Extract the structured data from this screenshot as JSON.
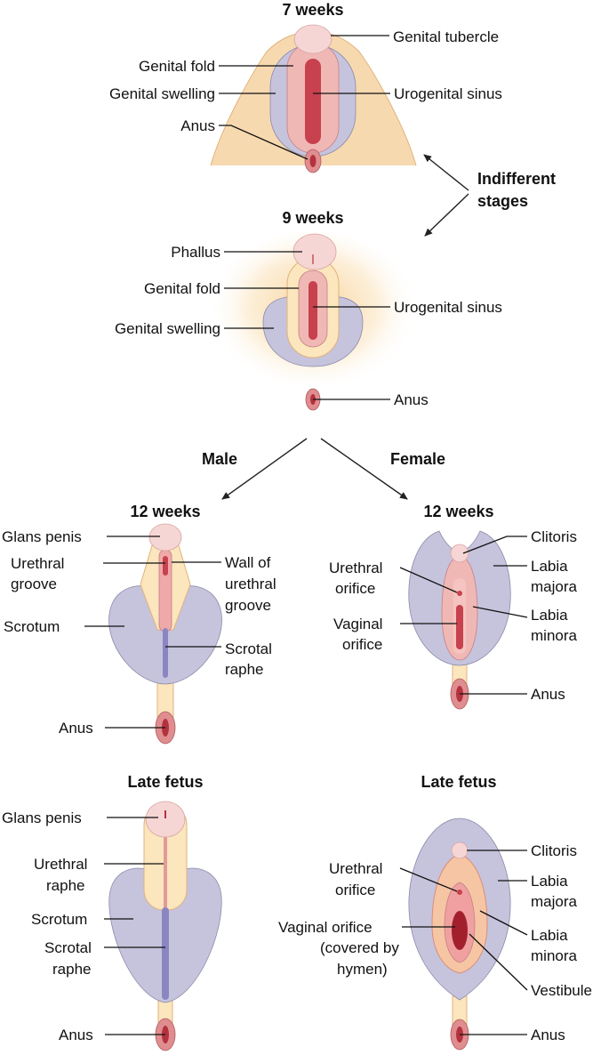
{
  "colors": {
    "skin": "#f7d9b0",
    "skin_edge": "#e2b27c",
    "swelling": "#c6c3dd",
    "fold": "#f0b8b4",
    "sinus": "#c8414e",
    "tubercle": "#f6d6d4",
    "yellow": "#fbe6bd"
  },
  "indifferent": {
    "w7_title": "7 weeks",
    "w7_genital_tubercle": "Genital tubercle",
    "w7_genital_fold": "Genital fold",
    "w7_genital_swelling": "Genital swelling",
    "w7_urogenital_sinus": "Urogenital sinus",
    "w7_anus": "Anus",
    "stages_line1": "Indifferent",
    "stages_line2": "stages",
    "w9_title": "9 weeks",
    "w9_phallus": "Phallus",
    "w9_genital_fold": "Genital fold",
    "w9_urogenital_sinus": "Urogenital sinus",
    "w9_genital_swelling": "Genital swelling",
    "w9_anus": "Anus"
  },
  "branches": {
    "male": "Male",
    "female": "Female"
  },
  "male12": {
    "title": "12 weeks",
    "glans_penis": "Glans penis",
    "urethral_groove_1": "Urethral",
    "urethral_groove_2": "groove",
    "wall_1": "Wall of",
    "wall_2": "urethral",
    "wall_3": "groove",
    "scrotum": "Scrotum",
    "scrotal_raphe_1": "Scrotal",
    "scrotal_raphe_2": "raphe",
    "anus": "Anus"
  },
  "female12": {
    "title": "12 weeks",
    "clitoris": "Clitoris",
    "urethral_orifice_1": "Urethral",
    "urethral_orifice_2": "orifice",
    "labia_majora_1": "Labia",
    "labia_majora_2": "majora",
    "vaginal_orifice_1": "Vaginal",
    "vaginal_orifice_2": "orifice",
    "labia_minora_1": "Labia",
    "labia_minora_2": "minora",
    "anus": "Anus"
  },
  "maleLate": {
    "title": "Late fetus",
    "glans_penis": "Glans penis",
    "urethral_raphe_1": "Urethral",
    "urethral_raphe_2": "raphe",
    "scrotum": "Scrotum",
    "scrotal_raphe_1": "Scrotal",
    "scrotal_raphe_2": "raphe",
    "anus": "Anus"
  },
  "femaleLate": {
    "title": "Late fetus",
    "clitoris": "Clitoris",
    "urethral_orifice_1": "Urethral",
    "urethral_orifice_2": "orifice",
    "labia_majora_1": "Labia",
    "labia_majora_2": "majora",
    "vaginal_orifice_1": "Vaginal orifice",
    "vaginal_orifice_2": "(covered by",
    "vaginal_orifice_3": "hymen)",
    "labia_minora_1": "Labia",
    "labia_minora_2": "minora",
    "vestibule": "Vestibule",
    "anus": "Anus"
  }
}
